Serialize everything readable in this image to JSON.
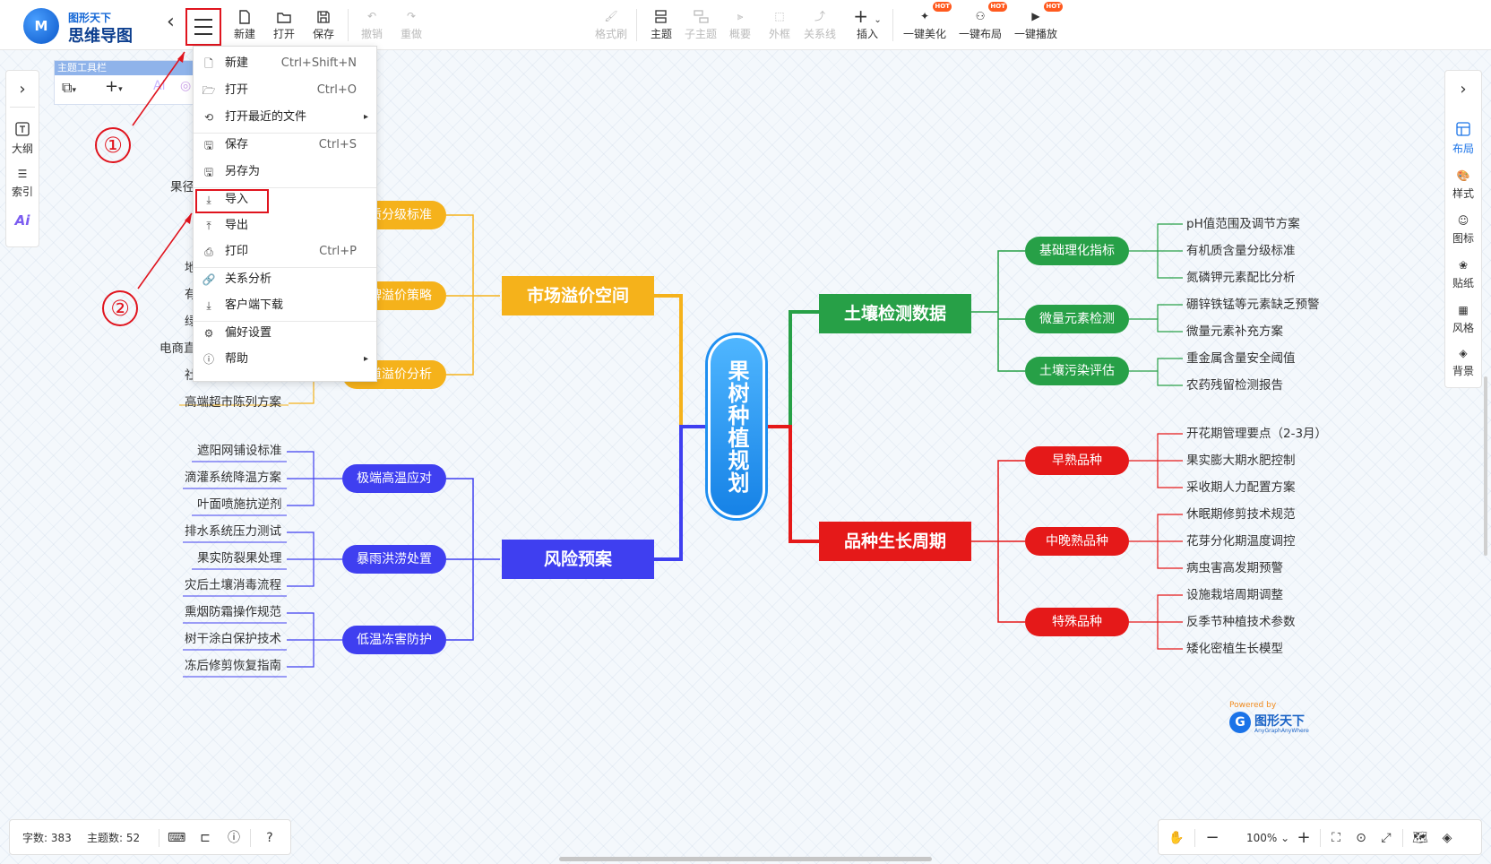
{
  "app": {
    "logo_mark": "M",
    "logo_top": "图形天下",
    "logo_main": "思维导图"
  },
  "toolbar": {
    "new": "新建",
    "open": "打开",
    "save": "保存",
    "undo": "撤销",
    "redo": "重做",
    "format_brush": "格式刷",
    "topic": "主题",
    "subtopic": "子主题",
    "summary": "概要",
    "frame": "外框",
    "relation": "关系线",
    "insert": "插入",
    "beautify": "一键美化",
    "layout": "一键布局",
    "play": "一键播放",
    "hot": "HOT"
  },
  "left_panel": {
    "outline": "大纲",
    "index": "索引",
    "ai": "Ai"
  },
  "right_panel": {
    "layout": "布局",
    "style": "样式",
    "icon": "图标",
    "sticker": "贴纸",
    "theme": "风格",
    "background": "背景"
  },
  "theme_toolbar": {
    "title": "主题工具栏"
  },
  "file_menu": {
    "items": [
      {
        "label": "新建",
        "shortcut": "Ctrl+Shift+N"
      },
      {
        "label": "打开",
        "shortcut": "Ctrl+O"
      },
      {
        "label": "打开最近的文件",
        "shortcut": ""
      },
      {
        "label": "保存",
        "shortcut": "Ctrl+S"
      },
      {
        "label": "另存为",
        "shortcut": ""
      },
      {
        "label": "导入",
        "shortcut": ""
      },
      {
        "label": "导出",
        "shortcut": ""
      },
      {
        "label": "打印",
        "shortcut": "Ctrl+P"
      },
      {
        "label": "关系分析",
        "shortcut": ""
      },
      {
        "label": "客户端下载",
        "shortcut": ""
      },
      {
        "label": "偏好设置",
        "shortcut": ""
      },
      {
        "label": "帮助",
        "shortcut": ""
      }
    ]
  },
  "annotations": {
    "one": "①",
    "two": "②"
  },
  "mindmap": {
    "root": "果树种植规划",
    "colors": {
      "market": "#f5b21b",
      "risk": "#3f3ff0",
      "soil": "#27a047",
      "variety": "#e51919",
      "root": "#1f8ff0"
    },
    "market": {
      "title": "市场溢价空间",
      "children": [
        "质分级标准",
        "牌溢价策略",
        "道溢价分析"
      ],
      "leaves": [
        "果径",
        "地",
        "有",
        "绿",
        "电商直",
        "社",
        "高端超市陈列方案"
      ]
    },
    "risk": {
      "title": "风险预案",
      "children": [
        {
          "label": "极端高温应对",
          "leaves": [
            "遮阳网铺设标准",
            "滴灌系统降温方案",
            "叶面喷施抗逆剂"
          ]
        },
        {
          "label": "暴雨洪涝处置",
          "leaves": [
            "排水系统压力测试",
            "果实防裂果处理",
            "灾后土壤消毒流程"
          ]
        },
        {
          "label": "低温冻害防护",
          "leaves": [
            "熏烟防霜操作规范",
            "树干涂白保护技术",
            "冻后修剪恢复指南"
          ]
        }
      ]
    },
    "soil": {
      "title": "土壤检测数据",
      "children": [
        {
          "label": "基础理化指标",
          "leaves": [
            "pH值范围及调节方案",
            "有机质含量分级标准",
            "氮磷钾元素配比分析"
          ]
        },
        {
          "label": "微量元素检测",
          "leaves": [
            "硼锌铁锰等元素缺乏预警",
            "微量元素补充方案"
          ]
        },
        {
          "label": "土壤污染评估",
          "leaves": [
            "重金属含量安全阈值",
            "农药残留检测报告"
          ]
        }
      ]
    },
    "variety": {
      "title": "品种生长周期",
      "children": [
        {
          "label": "早熟品种",
          "leaves": [
            "开花期管理要点（2-3月）",
            "果实膨大期水肥控制",
            "采收期人力配置方案"
          ]
        },
        {
          "label": "中晚熟品种",
          "leaves": [
            "休眠期修剪技术规范",
            "花芽分化期温度调控",
            "病虫害高发期预警"
          ]
        },
        {
          "label": "特殊品种",
          "leaves": [
            "设施栽培周期调整",
            "反季节种植技术参数",
            "矮化密植生长模型"
          ]
        }
      ]
    }
  },
  "powered": {
    "line1": "Powered by",
    "name": "图形天下",
    "sub": "AnyGraphAnyWhere"
  },
  "status": {
    "word_count": "字数: 383",
    "topic_count": "主题数: 52",
    "zoom": "100%"
  }
}
